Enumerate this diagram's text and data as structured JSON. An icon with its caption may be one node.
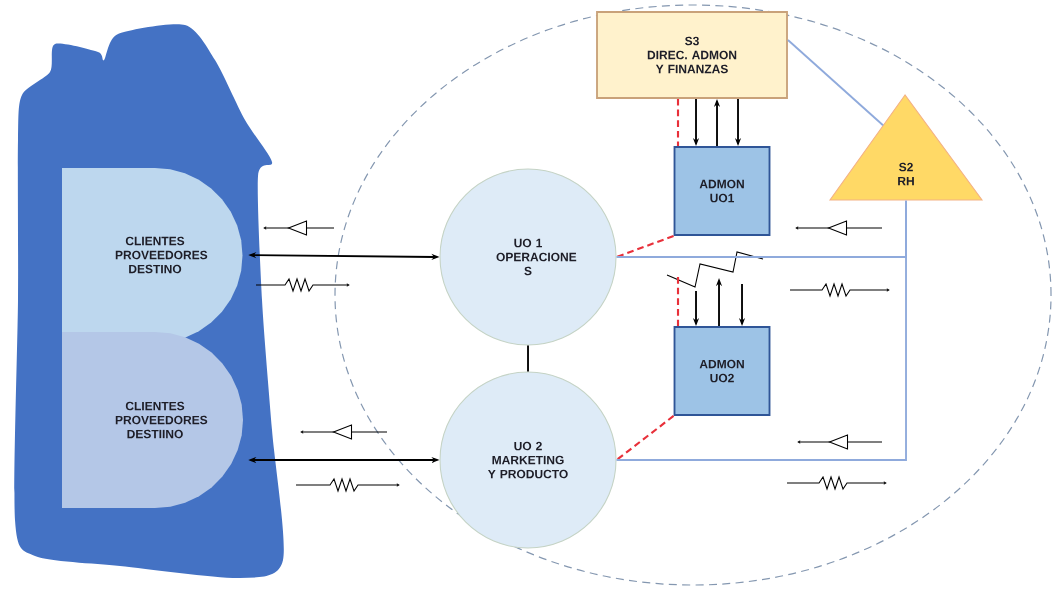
{
  "diagram": {
    "nodes": [
      {
        "text": [],
        "shape": "cloud"
      },
      {
        "text": [
          "CLIENTES PROVEEDORES DESTINO"
        ],
        "in": 0
      },
      {
        "text": [
          "CLIENTES PROVEEDORES DESTIINO"
        ],
        "in": 0
      },
      {
        "text": [],
        "shape": "ellipse"
      },
      {
        "text": [
          "S3",
          "DIREC. ADMON Y FINANZAS"
        ],
        "in": 3
      },
      {
        "text": [
          "S2",
          "RH"
        ],
        "in": 3
      },
      {
        "text": [
          "UO 1",
          "OPERACIONE S"
        ],
        "in": 3
      },
      {
        "text": [
          "UO 2",
          "MARKETING Y PRODUCTO"
        ],
        "in": 3
      },
      {
        "text": [
          "ADMON UO1"
        ],
        "in": 3
      },
      {
        "text": [
          "ADMON UO2"
        ],
        "in": 3
      }
    ],
    "edges": [
      {
        "from": 1,
        "to": 6,
        "arrow": "both"
      },
      {
        "from": 2,
        "to": 7,
        "arrow": "both"
      },
      {
        "from": 6,
        "to": 7,
        "arrow": "none"
      },
      {
        "from": 4,
        "to": 8,
        "arrow": "to"
      },
      {
        "from": 8,
        "to": 4,
        "arrow": "to"
      },
      {
        "from": 4,
        "to": 8,
        "arrow": "to"
      },
      {
        "from": 4,
        "to": 8,
        "arrow": "none",
        "style": "dashed",
        "color": "#e8303a"
      },
      {
        "from": 8,
        "to": 6,
        "arrow": "none",
        "style": "dashed",
        "color": "#e8303a"
      },
      {
        "from": null,
        "to": 9,
        "arrow": "to"
      },
      {
        "from": 9,
        "to": null,
        "arrow": "to"
      },
      {
        "from": null,
        "to": 9,
        "arrow": "to"
      },
      {
        "from": null,
        "to": 9,
        "arrow": "none",
        "style": "dashed",
        "color": "#e8303a"
      },
      {
        "from": 9,
        "to": 7,
        "arrow": "none",
        "style": "dashed",
        "color": "#e8303a"
      },
      {
        "from": 4,
        "to": 5,
        "arrow": "none",
        "color": "#8faadc"
      },
      {
        "from": 5,
        "to": 6,
        "arrow": "none",
        "color": "#8faadc"
      },
      {
        "from": 5,
        "to": 7,
        "arrow": "none",
        "color": "#8faadc"
      }
    ]
  }
}
